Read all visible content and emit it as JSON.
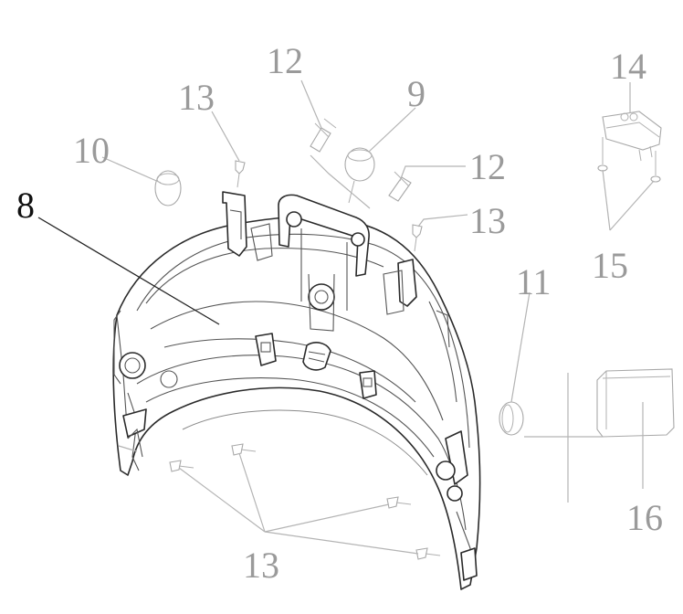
{
  "callouts": {
    "c8": "8",
    "c9": "9",
    "c10": "10",
    "c11": "11",
    "c12a": "12",
    "c12b": "12",
    "c13a": "13",
    "c13b": "13",
    "c13c": "13",
    "c14": "14",
    "c15": "15",
    "c16": "16"
  },
  "colors": {
    "line": "#2a2a2a",
    "callout_grey": "#9a9a9a",
    "callout_dark": "#111111"
  }
}
